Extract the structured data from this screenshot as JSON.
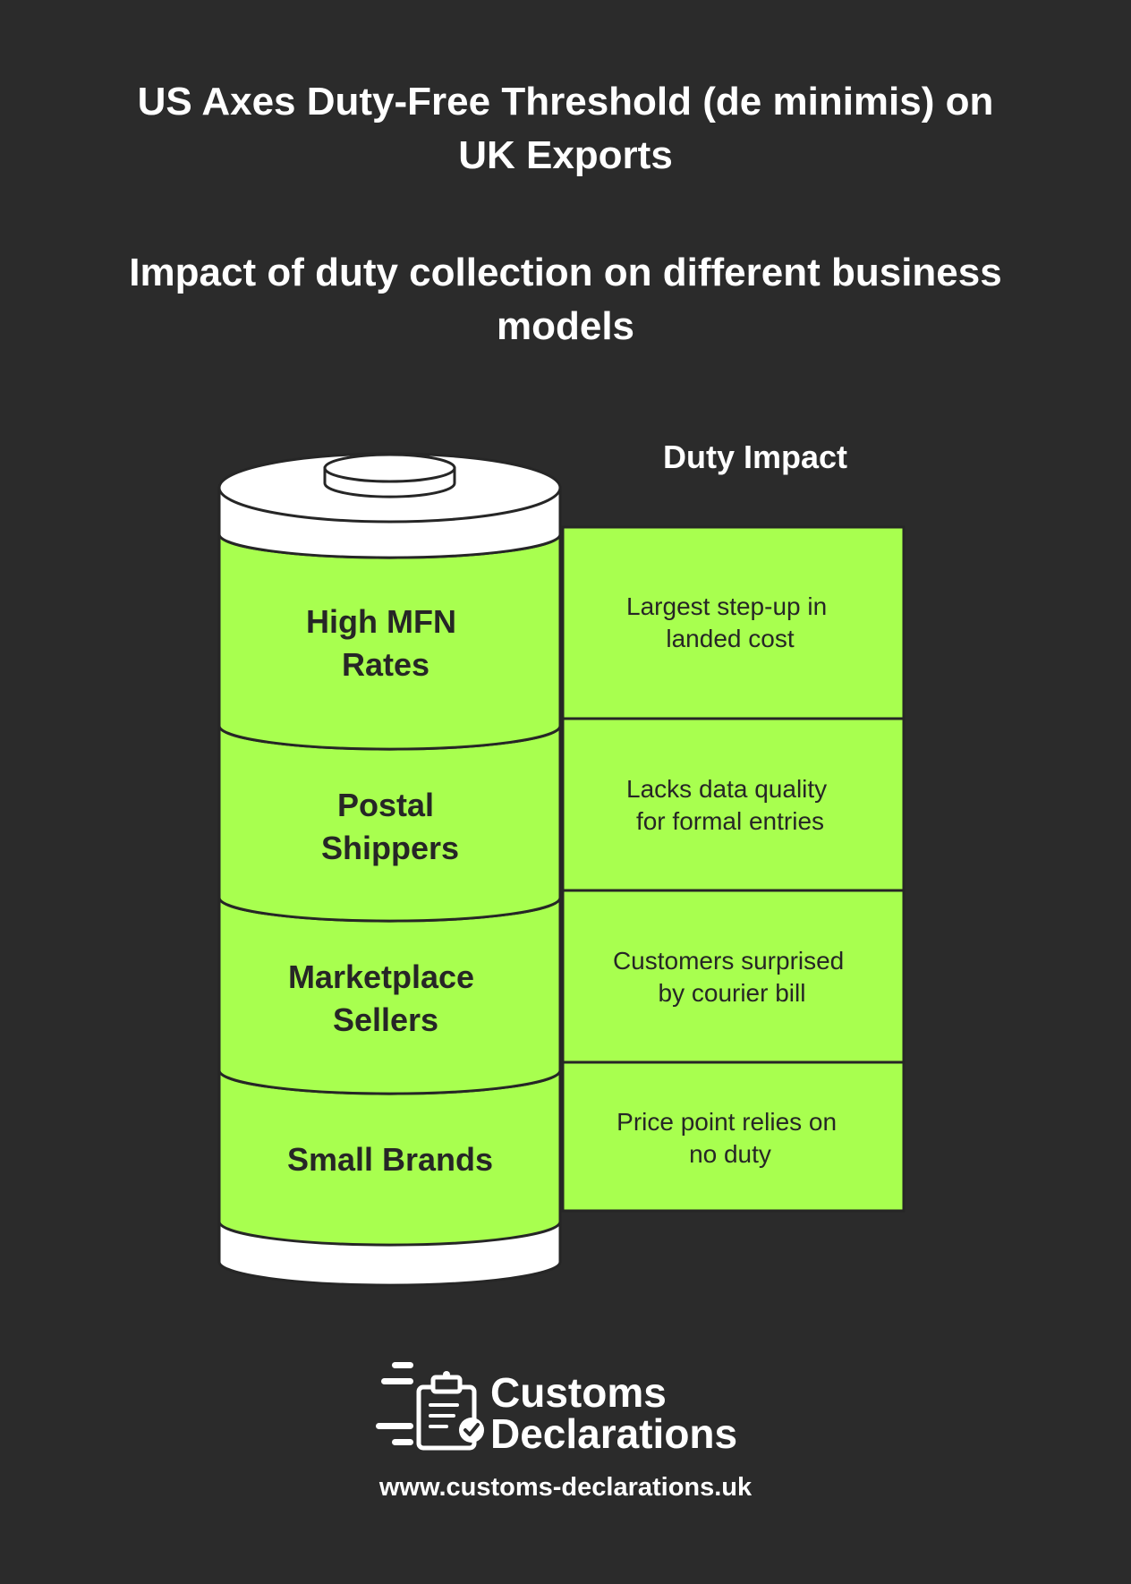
{
  "title": "US Axes Duty-Free Threshold (de minimis) on UK Exports",
  "subtitle": "Impact of duty collection on different business models",
  "column_header": "Duty Impact",
  "segments": [
    {
      "label_lines": [
        "High MFN",
        "Rates"
      ],
      "impact_lines": [
        "Largest step-up in",
        "landed cost"
      ]
    },
    {
      "label_lines": [
        "Postal",
        "Shippers"
      ],
      "impact_lines": [
        "Lacks data quality",
        "for formal entries"
      ]
    },
    {
      "label_lines": [
        "Marketplace",
        "Sellers"
      ],
      "impact_lines": [
        "Customers surprised",
        "by courier bill"
      ]
    },
    {
      "label_lines": [
        "Small Brands"
      ],
      "impact_lines": [
        "Price point relies on",
        "no duty"
      ]
    }
  ],
  "brand": {
    "name_line1": "Customs",
    "name_line2": "Declarations",
    "url": "www.customs-declarations.uk",
    "logo_icon": "clipboard-check-icon"
  },
  "colors": {
    "background": "#2b2b2b",
    "accent_green": "#a8ff4f",
    "outline": "#262626",
    "white": "#ffffff"
  }
}
